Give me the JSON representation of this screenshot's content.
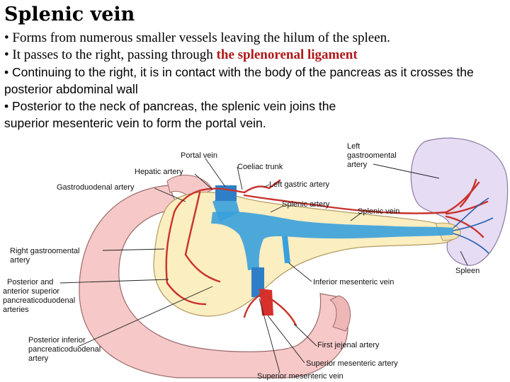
{
  "title": "Splenic vein",
  "bullets": [
    {
      "prefix": "• ",
      "text": "Forms from numerous smaller vessels leaving the hilum of the spleen."
    },
    {
      "prefix": "• ",
      "text": "It passes to the right, passing through ",
      "highlight": "the splenorenal ligament"
    },
    {
      "prefix": "• ",
      "text": "Continuing to the right, it is in contact with the body of the pancreas as it crosses the posterior abdominal wall"
    },
    {
      "prefix": "• ",
      "text": "Posterior to the neck of pancreas, the splenic vein joins the superior mesenteric vein to form the portal vein."
    }
  ],
  "labels": {
    "portal_vein": "Portal vein",
    "hepatic_artery": "Hepatic artery",
    "coeliac_trunk": "Coeliac trunk",
    "left_gastric_artery": "Left gastric artery",
    "gastroduodenal_artery": "Gastroduodenal artery",
    "splenic_artery": "Splenic artery",
    "splenic_vein": "Splenic vein",
    "left_gastroomental_1": "Left",
    "left_gastroomental_2": "gastroomental",
    "left_gastroomental_3": "artery",
    "right_gastroomental_1": "Right gastroomental",
    "right_gastroomental_2": "artery",
    "posterior_anterior_1": "Posterior and",
    "posterior_anterior_2": "anterior superior",
    "posterior_anterior_3": "pancreaticoduodenal",
    "posterior_anterior_4": "arteries",
    "inferior_mesenteric_vein": "Inferior mesenteric vein",
    "spleen": "Spleen",
    "posterior_inferior_1": "Posterior inferior",
    "posterior_inferior_2": "pancreaticoduodenal",
    "posterior_inferior_3": "artery",
    "first_jejunal_artery": "First jejenal artery",
    "superior_mesenteric_artery": "Superior mesenteric artery",
    "superior_mesenteric_vein": "Superior mesenteric vein"
  },
  "colors": {
    "pancreas": "#fbeec0",
    "duodenum": "#f6c8c8",
    "spleen": "#e6dcf4",
    "vein": "#3aa0dd",
    "artery": "#d8302a",
    "highlight_text": "#b01818"
  }
}
